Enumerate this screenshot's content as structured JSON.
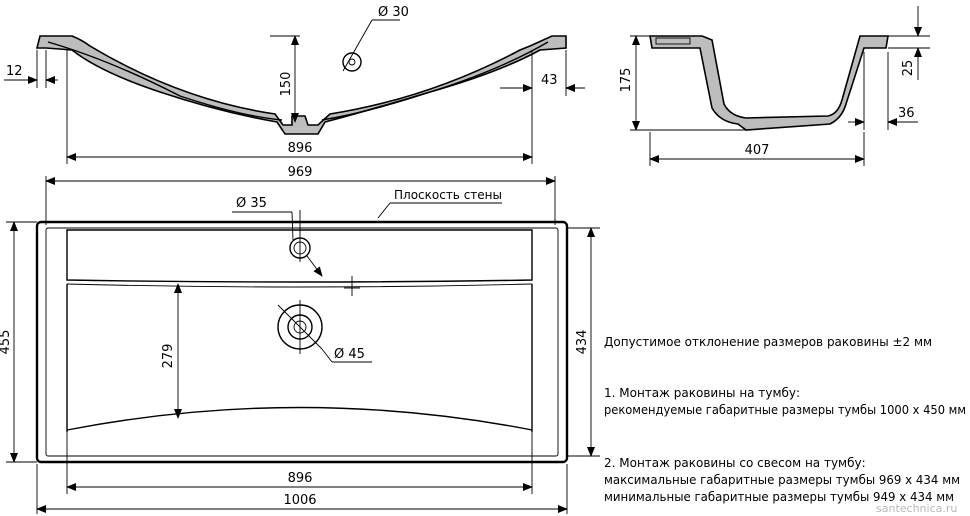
{
  "front_view": {
    "drain_hole_dia": "Ø 30",
    "depth": "150",
    "rim_left": "12",
    "rim_right": "43",
    "inner_width": "896",
    "overall_width": "969"
  },
  "side_view": {
    "height": "175",
    "rim_thickness": "25",
    "bowl_offset": "36",
    "depth_size": "407"
  },
  "plan_view": {
    "wall_label": "Плоскость стены",
    "faucet_hole_dia": "Ø 35",
    "drain_dia": "Ø 45",
    "bowl_depth": "279",
    "overall_height": "455",
    "inner_height": "434",
    "inner_width": "896",
    "overall_width": "1006"
  },
  "notes": {
    "tolerance": "Допустимое отклонение размеров раковины ±2 мм",
    "mount1_title": "1. Монтаж раковины на тумбу:",
    "mount1_text": "рекомендуемые габаритные размеры тумбы 1000 х 450 мм",
    "mount2_title": "2. Монтаж раковины со свесом на тумбу:",
    "mount2_max": "максимальные габаритные размеры тумбы 969 х 434 мм",
    "mount2_min": "минимальные габаритные размеры тумбы 949 х 434 мм"
  },
  "watermark": "santechnica.ru"
}
